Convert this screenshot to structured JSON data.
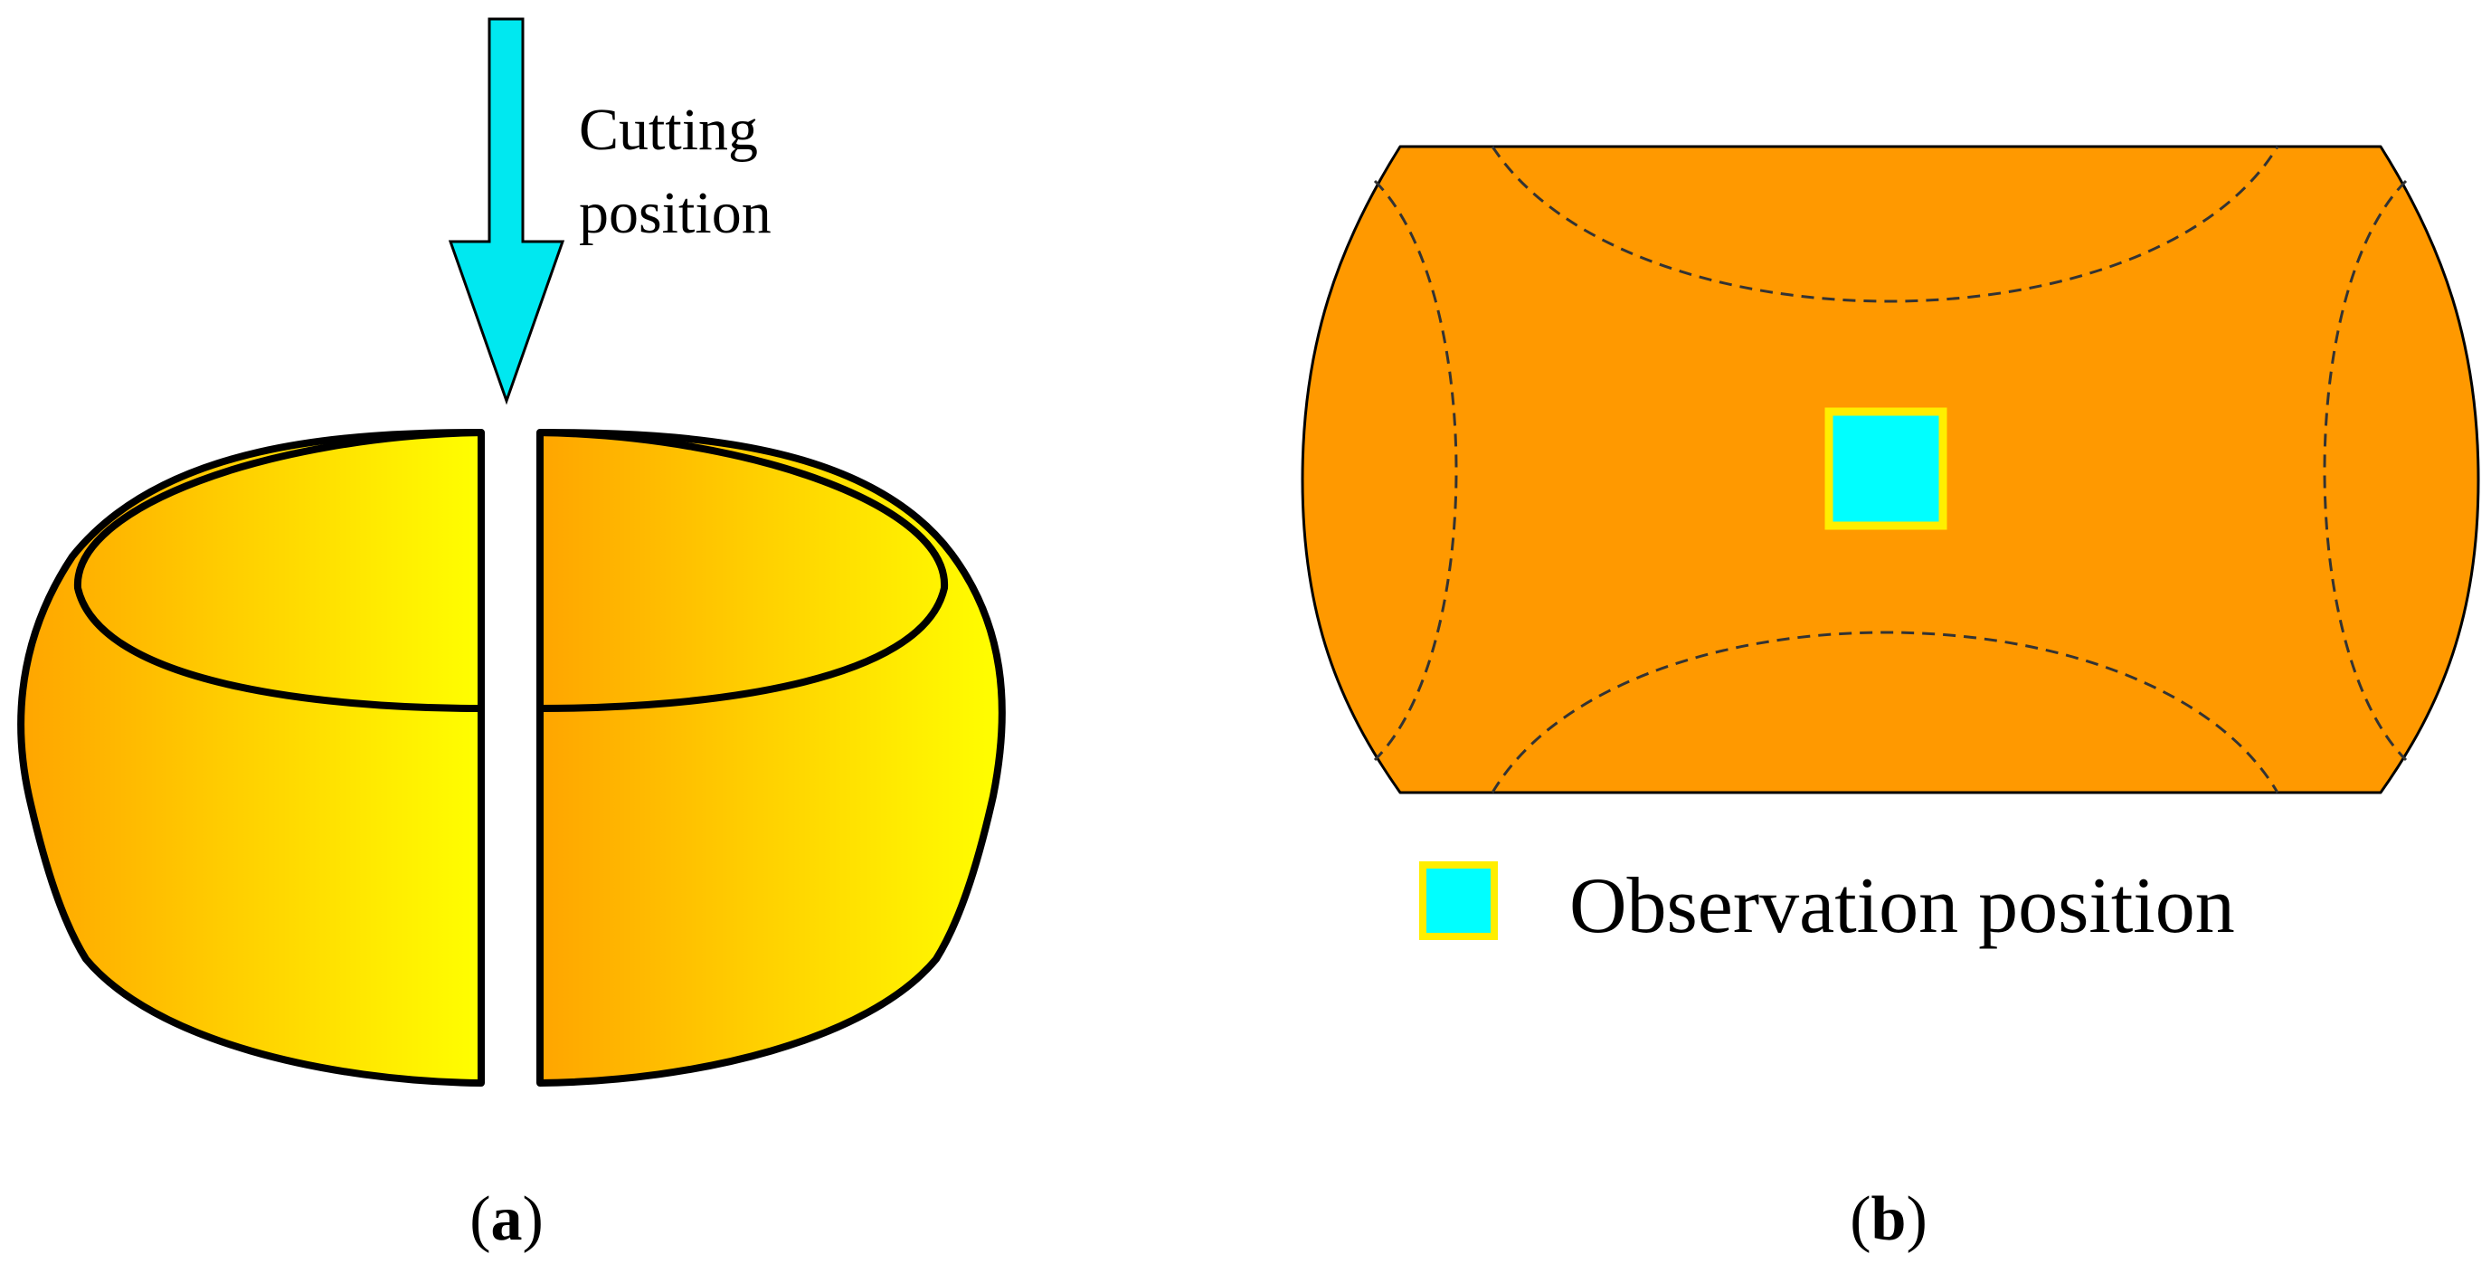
{
  "panel_a": {
    "label_open": "(",
    "label_letter": "a",
    "label_close": ")",
    "annotation_line1": "Cutting",
    "annotation_line2": "position",
    "colors": {
      "ring_gradient_start": "#FFA500",
      "ring_gradient_end": "#FFFF00",
      "arrow_fill": "#00E8F0",
      "outline": "#000000"
    }
  },
  "panel_b": {
    "label_open": "(",
    "label_letter": "b",
    "label_close": ")",
    "legend_text": "Observation position",
    "colors": {
      "section_fill": "#FF9900",
      "marker_fill": "#00FFFF",
      "marker_border": "#FFEE00",
      "outline": "#000000"
    }
  }
}
